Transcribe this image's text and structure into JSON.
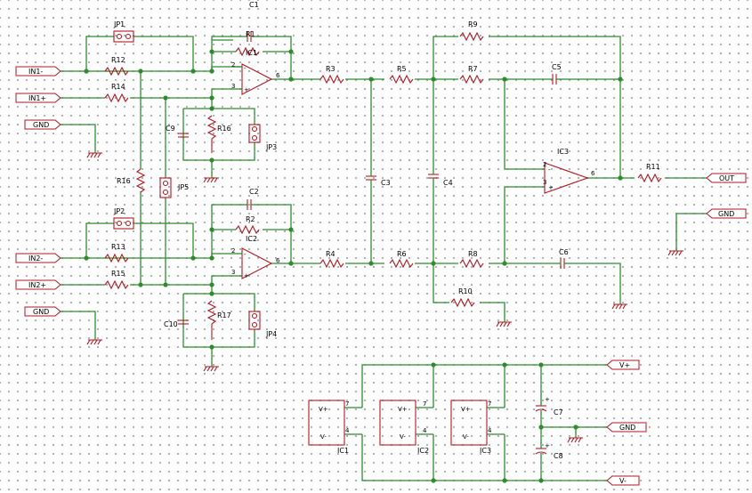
{
  "diagram": {
    "colors": {
      "wire": "#2e8b2e",
      "component": "#b0171f",
      "grid": "#9a9a9a",
      "text": "#000000"
    },
    "ports": {
      "in1_minus": "IN1-",
      "in1_plus": "IN1+",
      "gnd_top": "GND",
      "in2_minus": "IN2-",
      "in2_plus": "IN2+",
      "gnd_mid": "GND",
      "out": "OUT",
      "gnd_right": "GND",
      "vplus": "V+",
      "gnd_supply": "GND",
      "vminus": "V-"
    },
    "labels": {
      "jp1": "JP1",
      "jp2": "JP2",
      "jp3": "JP3",
      "jp4": "JP4",
      "jp5": "JP5",
      "r1": "R1",
      "r2": "R2",
      "r3": "R3",
      "r4": "R4",
      "r5": "R5",
      "r6": "R6",
      "r7": "R7",
      "r8": "R8",
      "r9": "R9",
      "r10": "R10",
      "r11": "R11",
      "r12": "R12",
      "r13": "R13",
      "r14": "R14",
      "r15": "R15",
      "r16a": "R16",
      "r16b": "R16",
      "r17": "R17",
      "c1": "C1",
      "c2": "C2",
      "c3": "C3",
      "c4": "C4",
      "c5": "C5",
      "c6": "C6",
      "c7": "C7",
      "c8": "C8",
      "c9": "C9",
      "c10": "C10",
      "ic1": "IC1",
      "ic2": "IC2",
      "ic3": "IC3",
      "ic1b": "IC1",
      "ic2b": "IC2",
      "ic3b": "IC3"
    },
    "pins": {
      "ic1_2": "2",
      "ic1_3": "3",
      "ic1_6": "6",
      "ic2_2": "2",
      "ic2_3": "3",
      "ic2_6": "6",
      "ic3_2": "2",
      "ic3_3": "3",
      "ic3_6": "6",
      "p1_7": "7",
      "p1_4": "4",
      "p2_7": "7",
      "p2_4": "4",
      "p3_7": "7",
      "p3_4": "4"
    },
    "power_pins": {
      "vplus": "V+",
      "vminus": "V-"
    },
    "opamp_signs": {
      "minus": "-",
      "plus": "+"
    },
    "polarity_mark": "+"
  }
}
